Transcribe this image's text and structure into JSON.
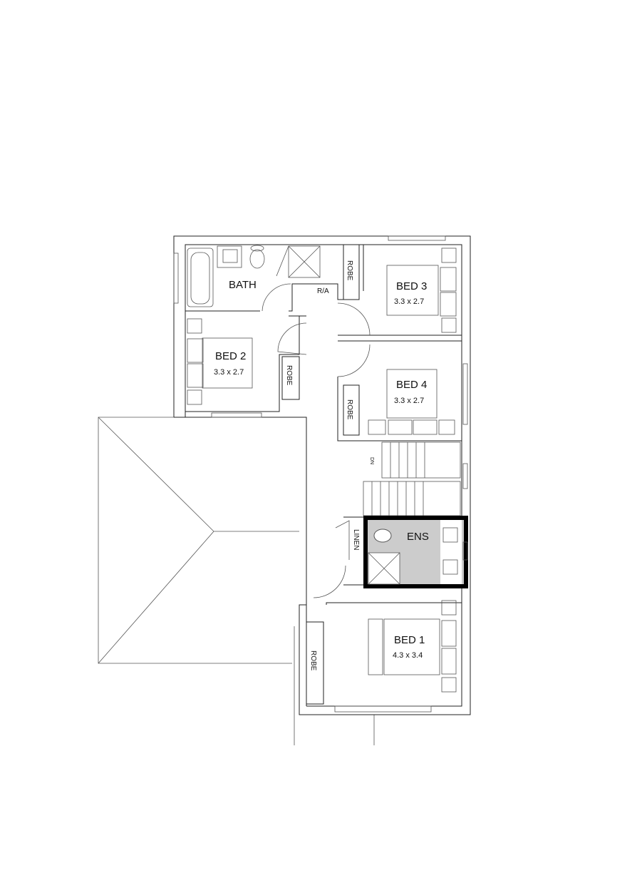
{
  "rooms": {
    "bath": {
      "label": "BATH"
    },
    "bed2": {
      "label": "BED 2",
      "size": "3.3 x 2.7"
    },
    "bed3": {
      "label": "BED 3",
      "size": "3.3 x 2.7"
    },
    "bed4": {
      "label": "BED 4",
      "size": "3.3 x 2.7"
    },
    "bed1": {
      "label": "BED 1",
      "size": "4.3 x 3.4"
    },
    "ens": {
      "label": "ENS"
    },
    "linen": {
      "label": "LINEN"
    },
    "robe": {
      "label": "ROBE"
    },
    "ra": {
      "label": "R/A"
    },
    "stairs": {
      "label": "DN"
    }
  },
  "colors": {
    "ensuite_fill": "#cccccc",
    "wall": "#222222"
  }
}
